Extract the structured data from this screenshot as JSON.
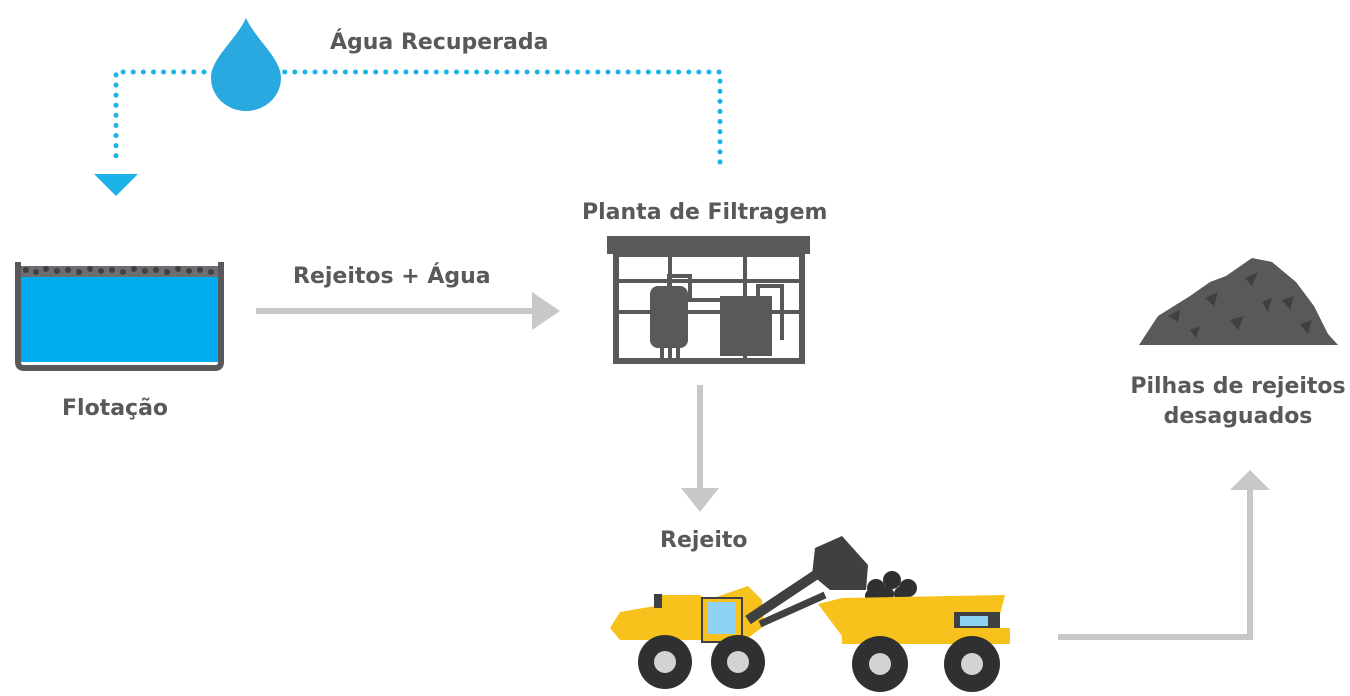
{
  "labels": {
    "recovered_water": "Água Recuperada",
    "filter_plant": "Planta de Filtragem",
    "tailings_water": "Rejeitos + Água",
    "flotation": "Flotação",
    "tailing": "Rejeito",
    "piles_line1": "Pilhas de rejeitos",
    "piles_line2": "desaguados"
  },
  "icons": {
    "water_drop": "water-drop-icon",
    "flotation_tank": "flotation-tank-icon",
    "filter_plant": "filtration-plant-icon",
    "tailings_pile": "tailings-pile-icon",
    "loader": "wheel-loader-icon",
    "dump_truck": "dump-truck-icon"
  },
  "colors": {
    "water": "#29a9e0",
    "dotted_line": "#1cb3e8",
    "text": "#58595b",
    "arrow": "#c7c8ca",
    "equipment": "#58595b",
    "machine_yellow": "#f7c21b",
    "tank_liquid": "#00aeef"
  }
}
